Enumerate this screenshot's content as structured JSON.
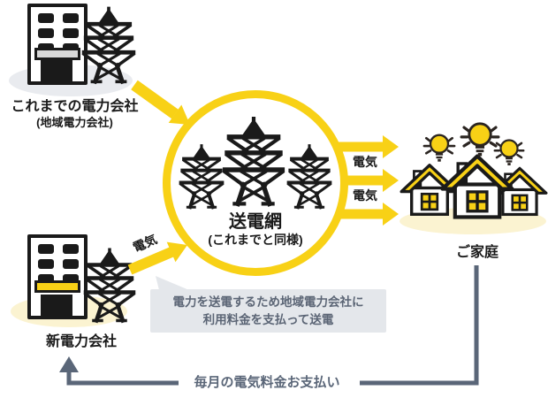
{
  "colors": {
    "yellow": "#F8D116",
    "black": "#1A1A1A",
    "slate": "#5A6678",
    "bubble_bg": "#E4E7EB",
    "bubble_text": "#5B6575",
    "gray_ellipse": "#E9EBEF",
    "cream_ellipse": "#FBF3D1",
    "awning_gray": "#D8D8D8",
    "background": "#FFFFFF"
  },
  "nodes": {
    "old_company": {
      "label": "これまでの電力会社",
      "sublabel": "(地域電力会社)"
    },
    "new_company": {
      "label": "新電力会社"
    },
    "grid": {
      "label": "送電網",
      "sublabel": "(これまでと同様)"
    },
    "homes": {
      "label": "ご家庭"
    }
  },
  "flows": {
    "new_to_grid": "電気",
    "grid_to_homes_1": "電気",
    "grid_to_homes_2": "電気",
    "payment": "毎月の電気料金お支払い"
  },
  "note": {
    "line1": "電力を送電するため地域電力会社に",
    "line2": "利用料金を支払って送電"
  },
  "icons": {
    "old_company": [
      "building-icon",
      "pylon-icon"
    ],
    "new_company": [
      "building-icon",
      "pylon-icon"
    ],
    "grid": [
      "pylon-icon",
      "pylon-icon",
      "pylon-icon"
    ],
    "homes": [
      "house-icon",
      "house-icon",
      "house-icon",
      "bulb-icon",
      "bulb-icon",
      "bulb-icon"
    ]
  }
}
